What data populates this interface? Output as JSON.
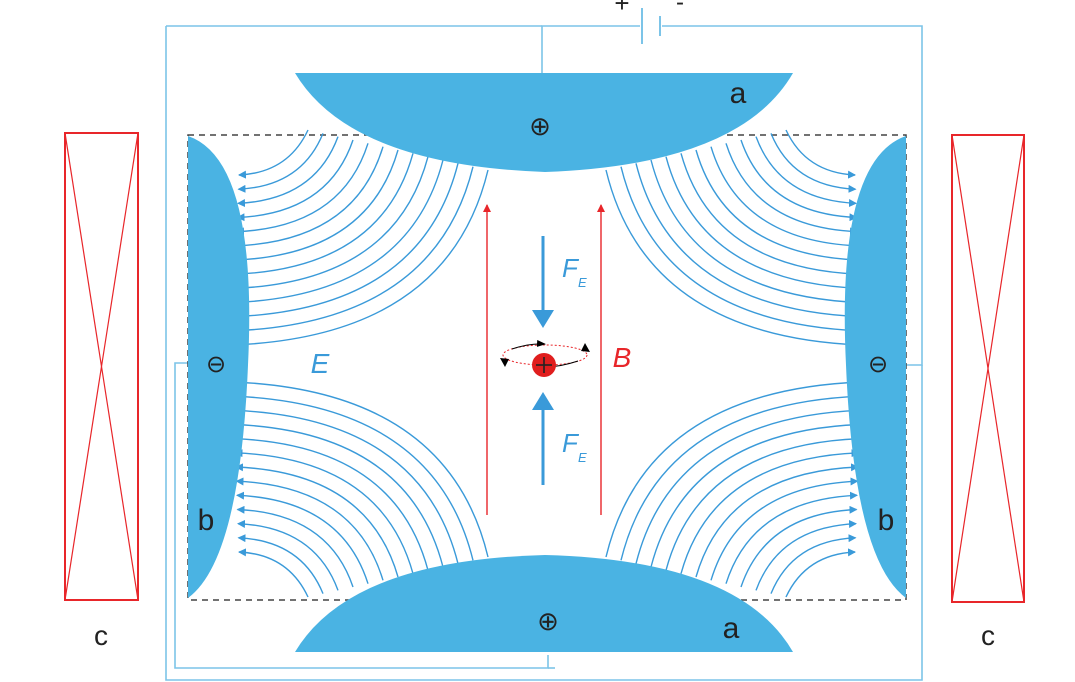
{
  "battery": {
    "plus": "+",
    "minus": "-"
  },
  "electrodes": {
    "a_top": "a",
    "a_bottom": "a",
    "b_left": "b",
    "b_right": "b",
    "sign_plus": "⊕",
    "sign_minus": "⊖"
  },
  "coils": {
    "left": "c",
    "right": "c"
  },
  "field_labels": {
    "E": "E",
    "B": "B",
    "F": "F",
    "F_sub": "E"
  },
  "colors": {
    "field_blue": "#3a9ad9",
    "electrode_blue": "#4ab3e3",
    "wire_blue": "#7cc4e8",
    "red": "#e8262a",
    "charge_red": "#e01e1e",
    "dash": "#444444"
  }
}
